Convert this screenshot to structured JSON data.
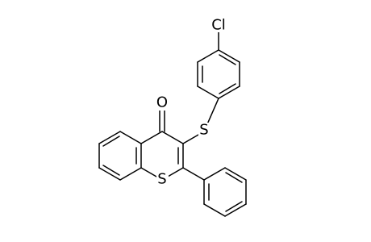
{
  "molecule": {
    "atoms": {
      "chlorine": "Cl",
      "oxygen": "O",
      "sulfur_thioether": "S",
      "sulfur_ring": "S"
    }
  }
}
